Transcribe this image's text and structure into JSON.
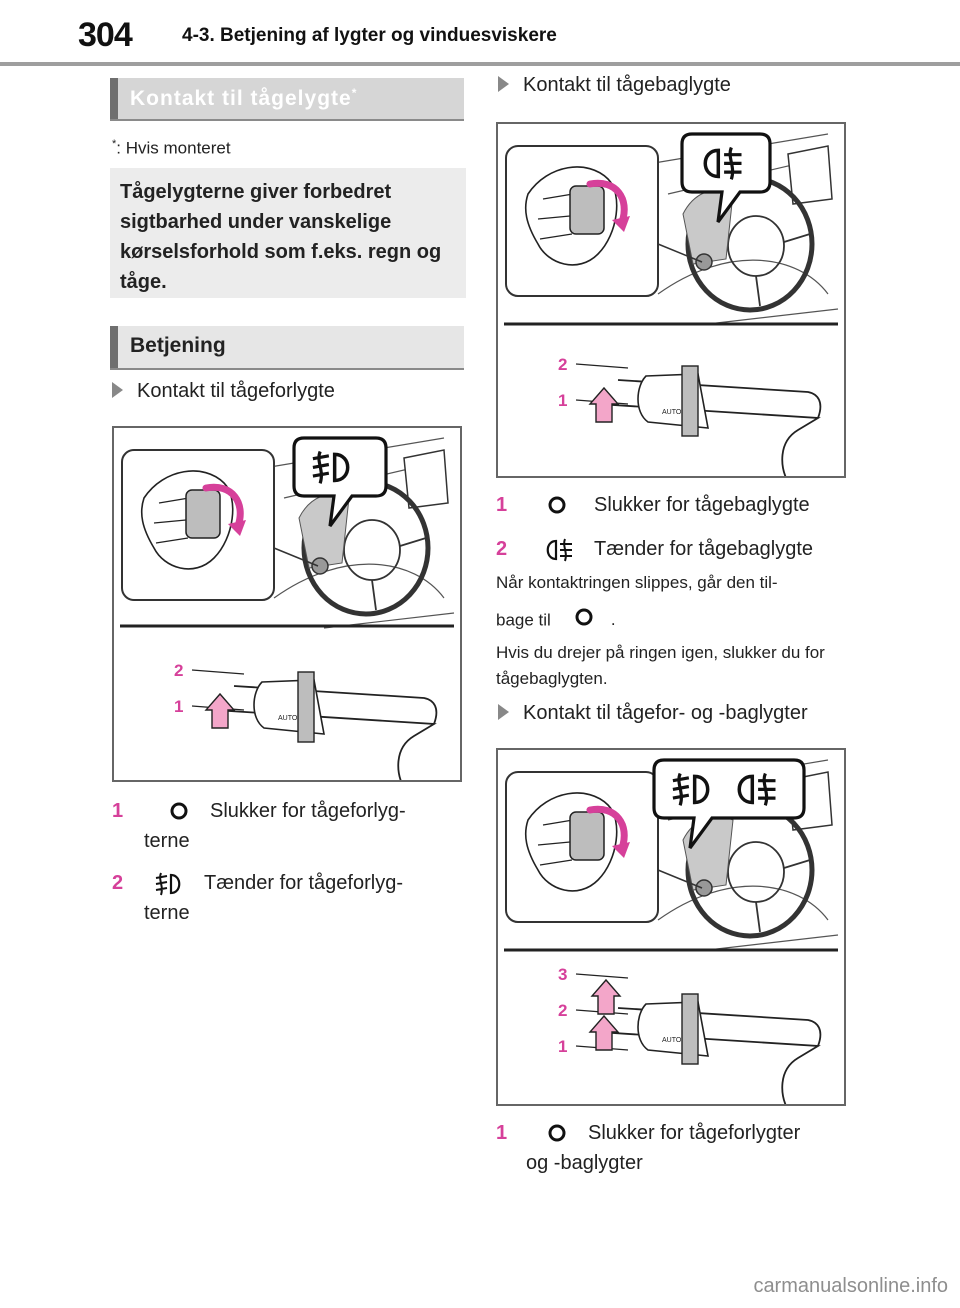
{
  "header": {
    "page_number": "304",
    "chapter_title": "4-3. Betjening af lygter og vinduesviskere"
  },
  "section1": {
    "title": "Kontakt til tågelygte",
    "title_mark": "*",
    "footnote_mark": "*",
    "footnote_text": ": Hvis monteret",
    "intro": "Tågelygterne giver forbedret sigtbarhed under vanskelige kørselsforhold som f.eks. regn og tåge."
  },
  "section2": {
    "title": "Betjening"
  },
  "front": {
    "heading": "Kontakt til tågeforlygte",
    "callout_icons": [
      "front-fog-icon"
    ],
    "labels": [
      "2",
      "1"
    ],
    "items": [
      {
        "num": "1",
        "icon": "off-ring-icon",
        "line1": "Slukker for tågeforlyg-",
        "line2": "terne"
      },
      {
        "num": "2",
        "icon": "front-fog-icon",
        "line1": "Tænder for tågeforlyg-",
        "line2": "terne"
      }
    ]
  },
  "rear": {
    "heading": "Kontakt til tågebaglygte",
    "callout_icons": [
      "rear-fog-icon"
    ],
    "labels": [
      "2",
      "1"
    ],
    "items": [
      {
        "num": "1",
        "icon": "off-ring-icon",
        "line1": "Slukker for tågebaglygte"
      },
      {
        "num": "2",
        "icon": "rear-fog-icon",
        "line1": "Tænder for tågebaglygte"
      }
    ],
    "note1_a": "Når kontaktringen slippes, går den til-",
    "note1_b": "bage til",
    "note1_end": ".",
    "note2": "Hvis du drejer på ringen igen, slukker du for tågebaglygten."
  },
  "both": {
    "heading": "Kontakt til tågefor- og -baglygter",
    "callout_icons": [
      "front-fog-icon",
      "rear-fog-icon"
    ],
    "labels": [
      "3",
      "2",
      "1"
    ],
    "items": [
      {
        "num": "1",
        "icon": "off-ring-icon",
        "line1": "Slukker for tågeforlygter",
        "line2": "og -baglygter"
      }
    ]
  },
  "switch_text": {
    "auto": "AUTO"
  },
  "colors": {
    "accent": "#d6409a",
    "callout_arrow": "#f3a6c9",
    "frame": "#666666"
  },
  "watermark": "carmanualsonline.info"
}
